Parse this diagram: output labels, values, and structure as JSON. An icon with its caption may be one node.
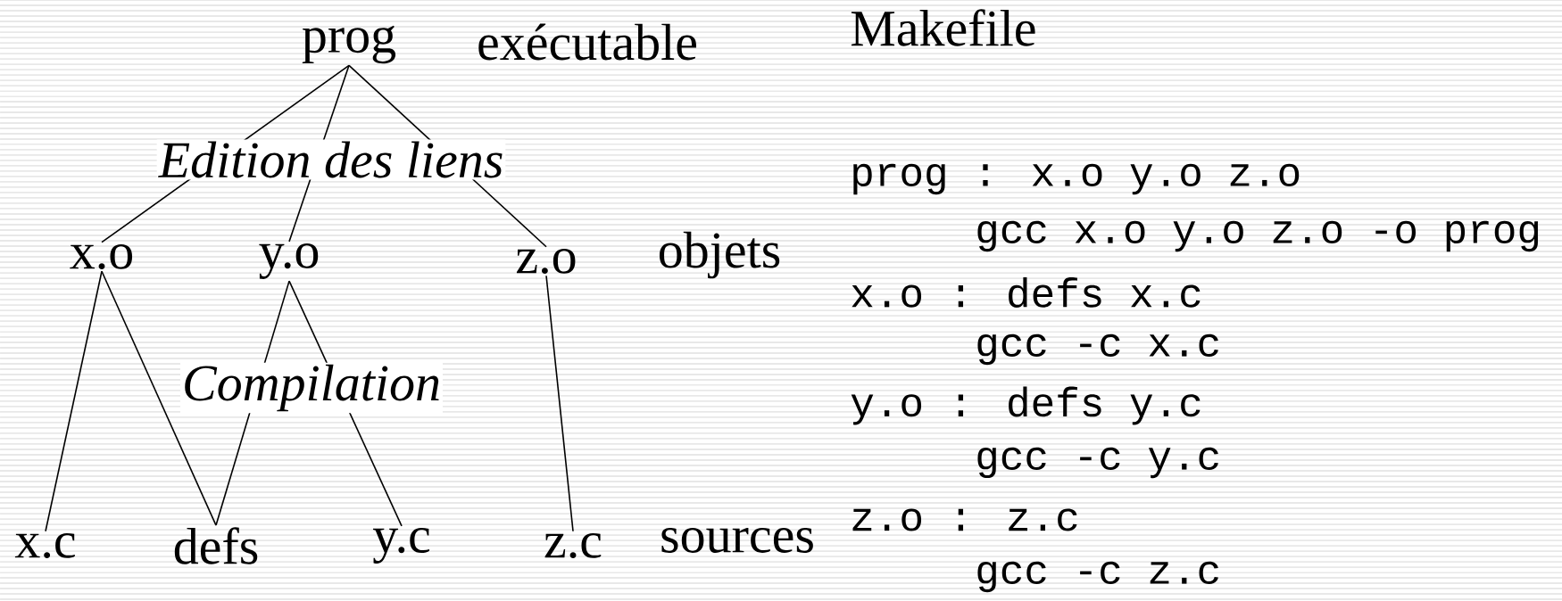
{
  "diagram": {
    "nodes": [
      {
        "text": [
          "prog"
        ]
      },
      {
        "text": [
          "x.o"
        ]
      },
      {
        "text": [
          "y.o"
        ]
      },
      {
        "text": [
          "z.o"
        ]
      },
      {
        "text": [
          "x.c"
        ]
      },
      {
        "text": [
          "defs"
        ]
      },
      {
        "text": [
          "y.c"
        ]
      },
      {
        "text": [
          "z.c"
        ]
      }
    ],
    "edges": [
      {
        "from": 0,
        "to": 1,
        "arrow": "none"
      },
      {
        "from": 0,
        "to": 2,
        "arrow": "none"
      },
      {
        "from": 0,
        "to": 3,
        "arrow": "none"
      },
      {
        "from": 1,
        "to": 4,
        "arrow": "none"
      },
      {
        "from": 1,
        "to": 5,
        "arrow": "none"
      },
      {
        "from": 2,
        "to": 5,
        "arrow": "none"
      },
      {
        "from": 2,
        "to": 6,
        "arrow": "none"
      },
      {
        "from": 3,
        "to": 7,
        "arrow": "none"
      }
    ],
    "labels": [
      "exécutable",
      "Makefile",
      "Edition des liens",
      "objets",
      "Compilation",
      "sources",
      "prog : x.o y.o z.o",
      "gcc x.o y.o z.o -o prog",
      "x.o : defs x.c",
      "gcc -c x.c",
      "y.o : defs y.c",
      "gcc -c y.c",
      "z.o : z.c",
      "gcc -c z.c"
    ]
  }
}
